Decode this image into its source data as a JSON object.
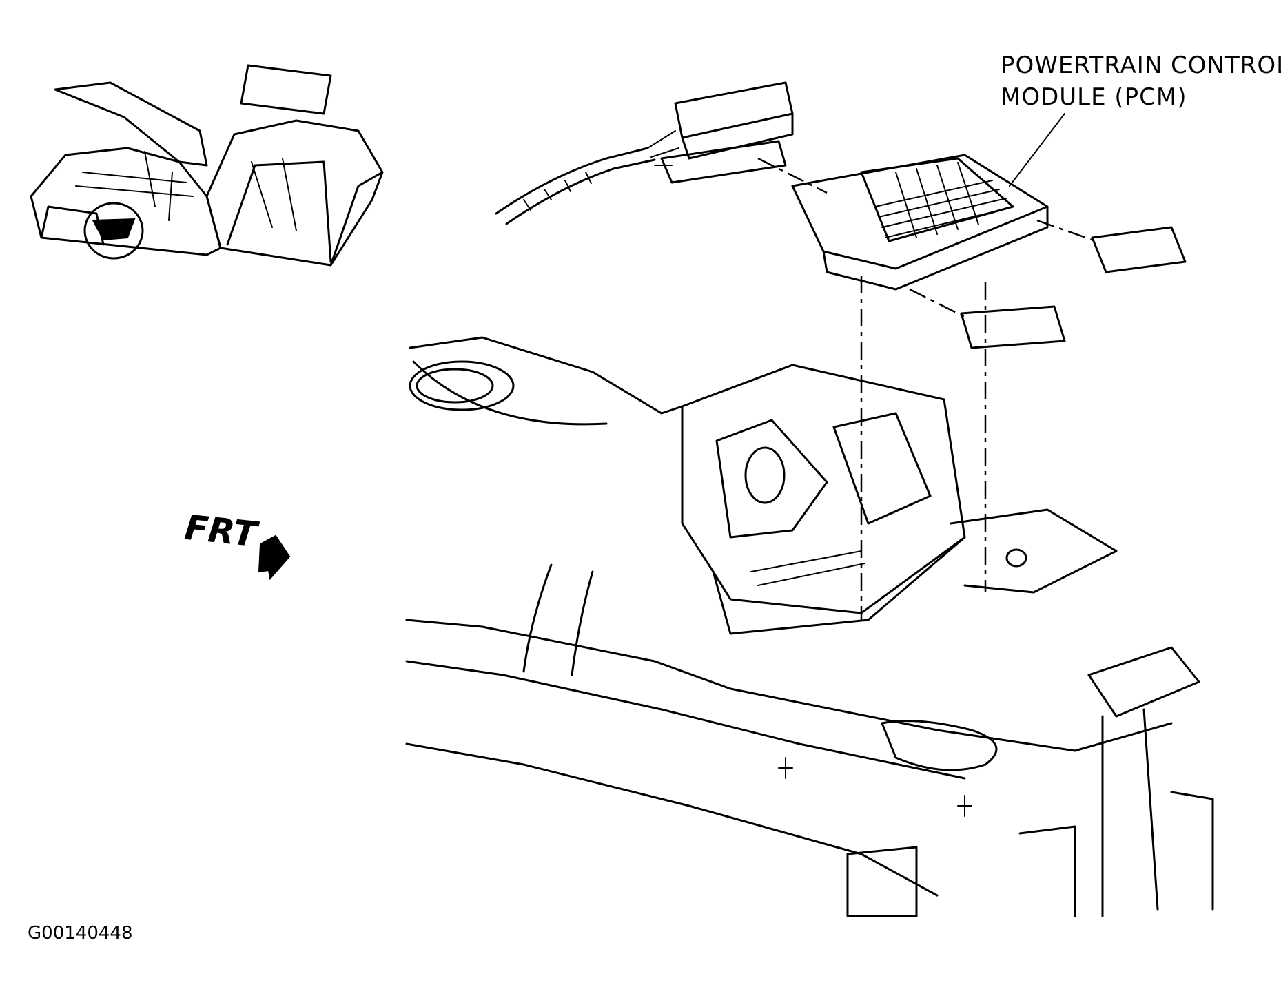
{
  "figure": {
    "callout": {
      "line1": "POWERTRAIN CONTROL",
      "line2": "MODULE (PCM)"
    },
    "direction_label": "FRT",
    "figure_id": "G00140448"
  }
}
